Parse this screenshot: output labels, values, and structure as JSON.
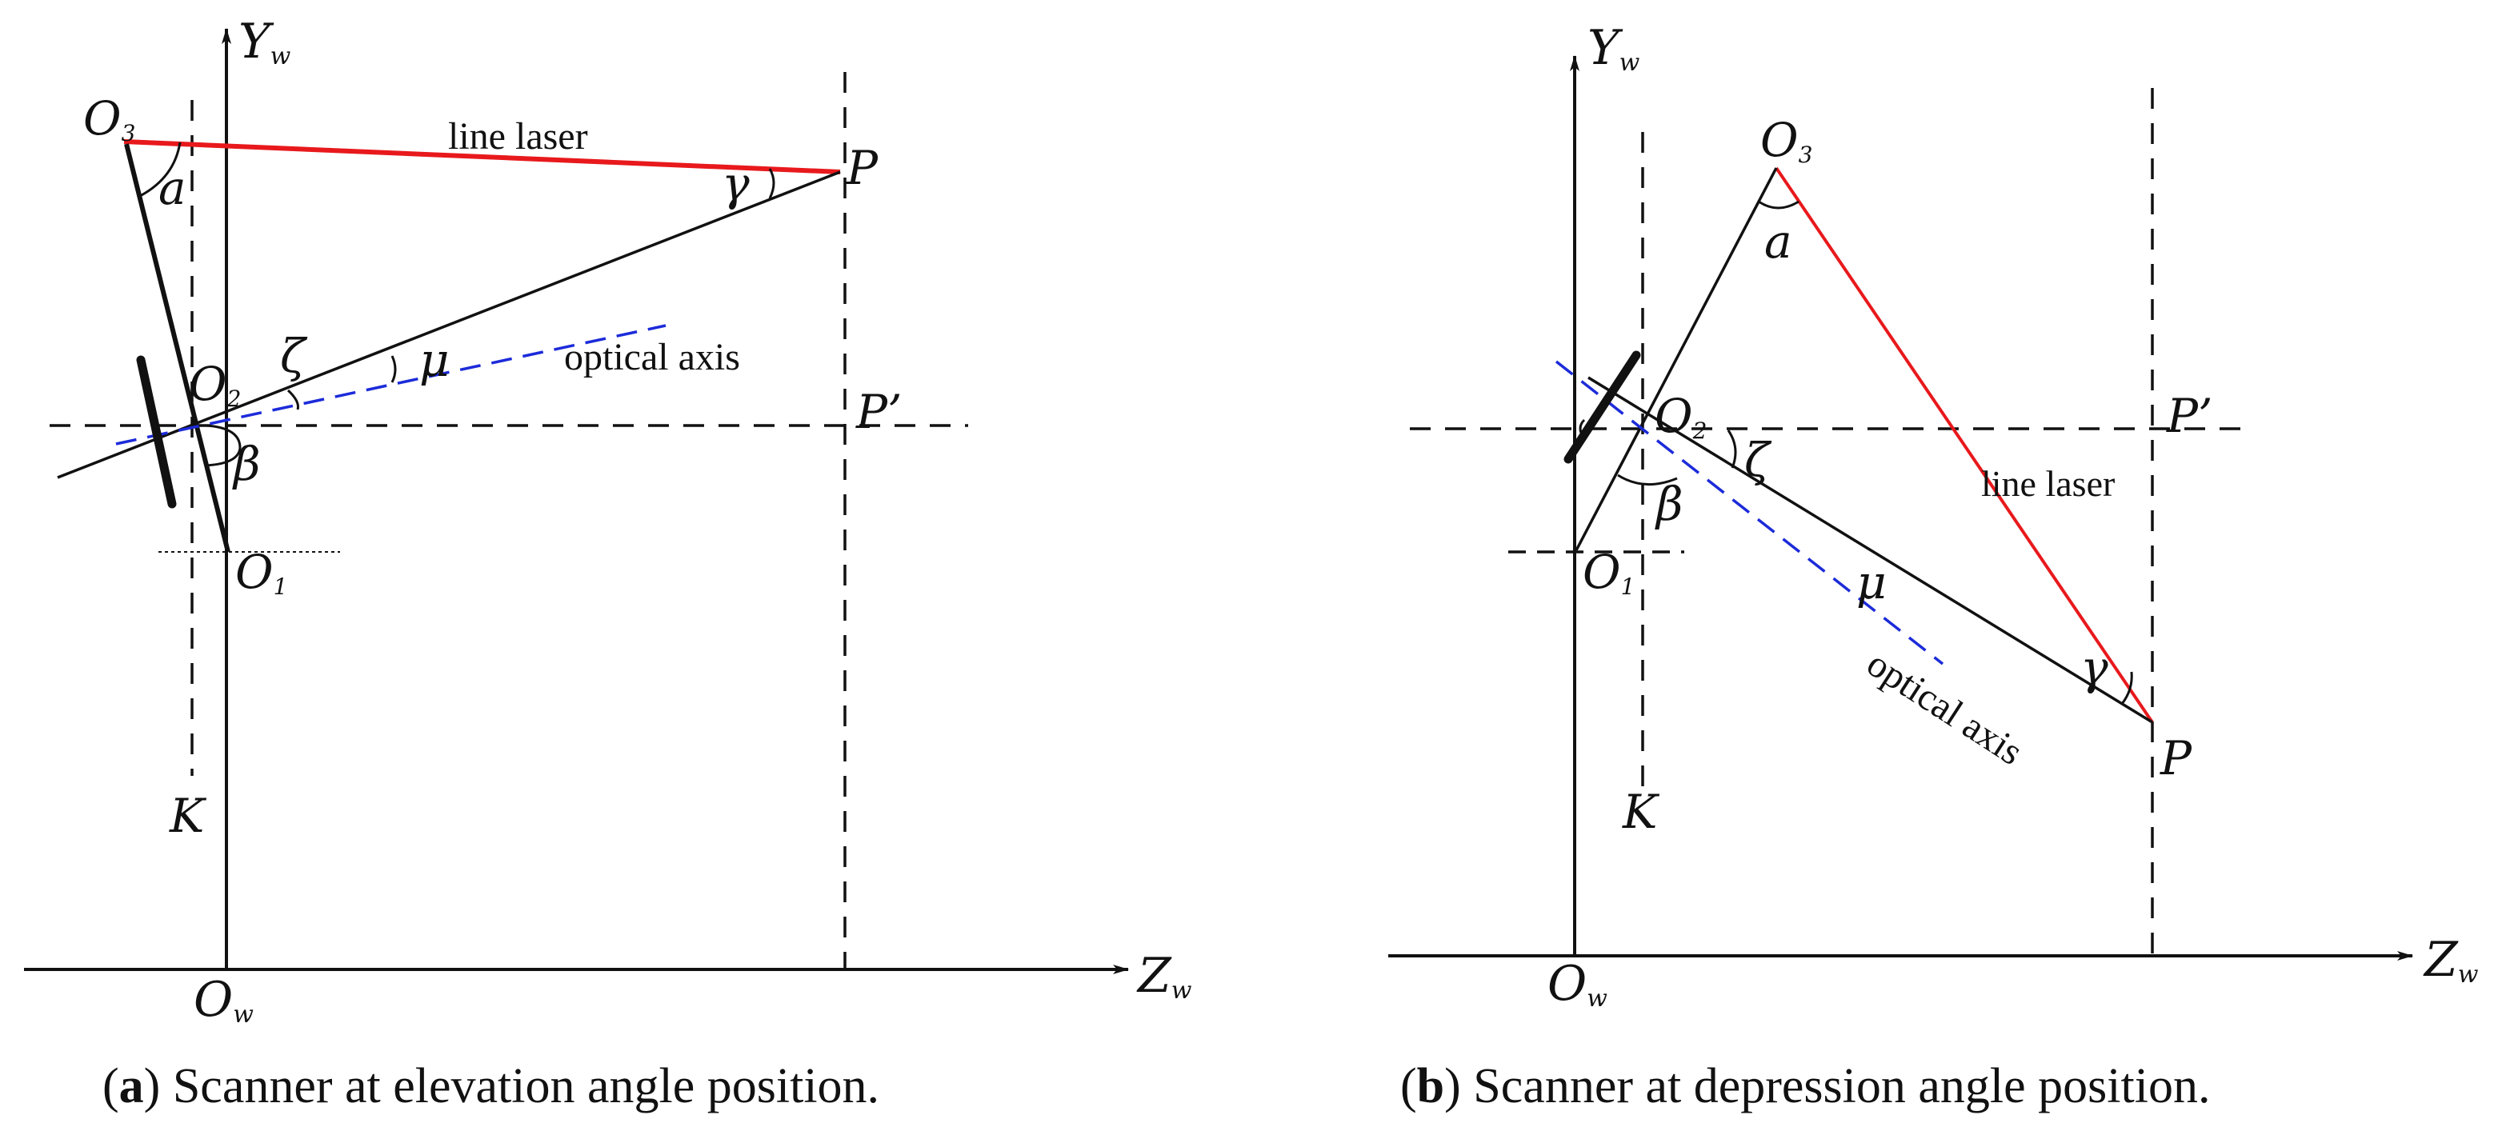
{
  "colors": {
    "laser": "#e8191c",
    "optical_axis": "#1c2bd9",
    "ink": "#111111"
  },
  "panel_a": {
    "axis_y": "Υ",
    "axis_y_sub": "w",
    "axis_z": "Z",
    "axis_z_sub": "w",
    "origin": "O",
    "origin_sub": "w",
    "o1": "O",
    "o1_sub": "1",
    "o2": "O",
    "o2_sub": "2",
    "o3": "O",
    "o3_sub": "3",
    "p": "P",
    "p_prime": "P’",
    "k": "K",
    "alpha": "a",
    "beta": "β",
    "gamma": "γ",
    "zeta": "ζ",
    "mu": "μ",
    "line_laser": "line laser",
    "optical_axis": "optical axis",
    "caption_letter": "a",
    "caption_text": "Scanner at elevation angle position."
  },
  "panel_b": {
    "axis_y": "Υ",
    "axis_y_sub": "w",
    "axis_z": "Z",
    "axis_z_sub": "w",
    "origin": "O",
    "origin_sub": "w",
    "o1": "O",
    "o1_sub": "1",
    "o2": "O",
    "o2_sub": "2",
    "o3": "O",
    "o3_sub": "3",
    "p": "P",
    "p_prime": "P’",
    "k": "K",
    "alpha": "a",
    "beta": "β",
    "gamma": "γ",
    "zeta": "ζ",
    "mu": "μ",
    "line_laser": "line laser",
    "optical_axis": "optical axis",
    "caption_letter": "b",
    "caption_text": "Scanner at depression angle position."
  }
}
